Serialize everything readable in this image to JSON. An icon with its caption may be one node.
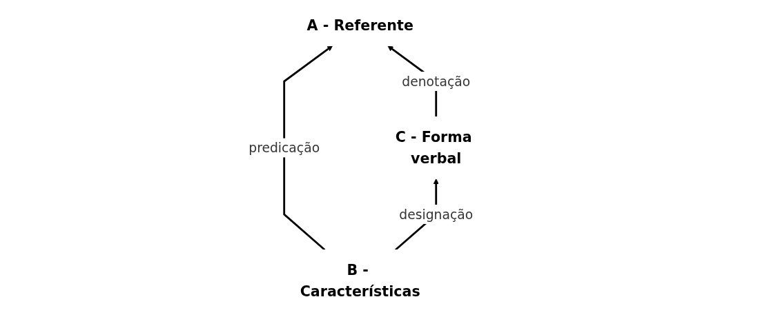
{
  "diagram": {
    "nodes": [
      {
        "text": [
          "A - Referente"
        ]
      },
      {
        "text": [
          "B - Características"
        ]
      },
      {
        "text": [
          "C - Forma verbal"
        ]
      }
    ],
    "edges": [
      {
        "from": 1,
        "to": 0,
        "arrow": "to",
        "label": "predicação"
      },
      {
        "from": 2,
        "to": 0,
        "arrow": "to",
        "label": "denotação"
      },
      {
        "from": 1,
        "to": 2,
        "arrow": "to",
        "label": "designação"
      }
    ]
  }
}
